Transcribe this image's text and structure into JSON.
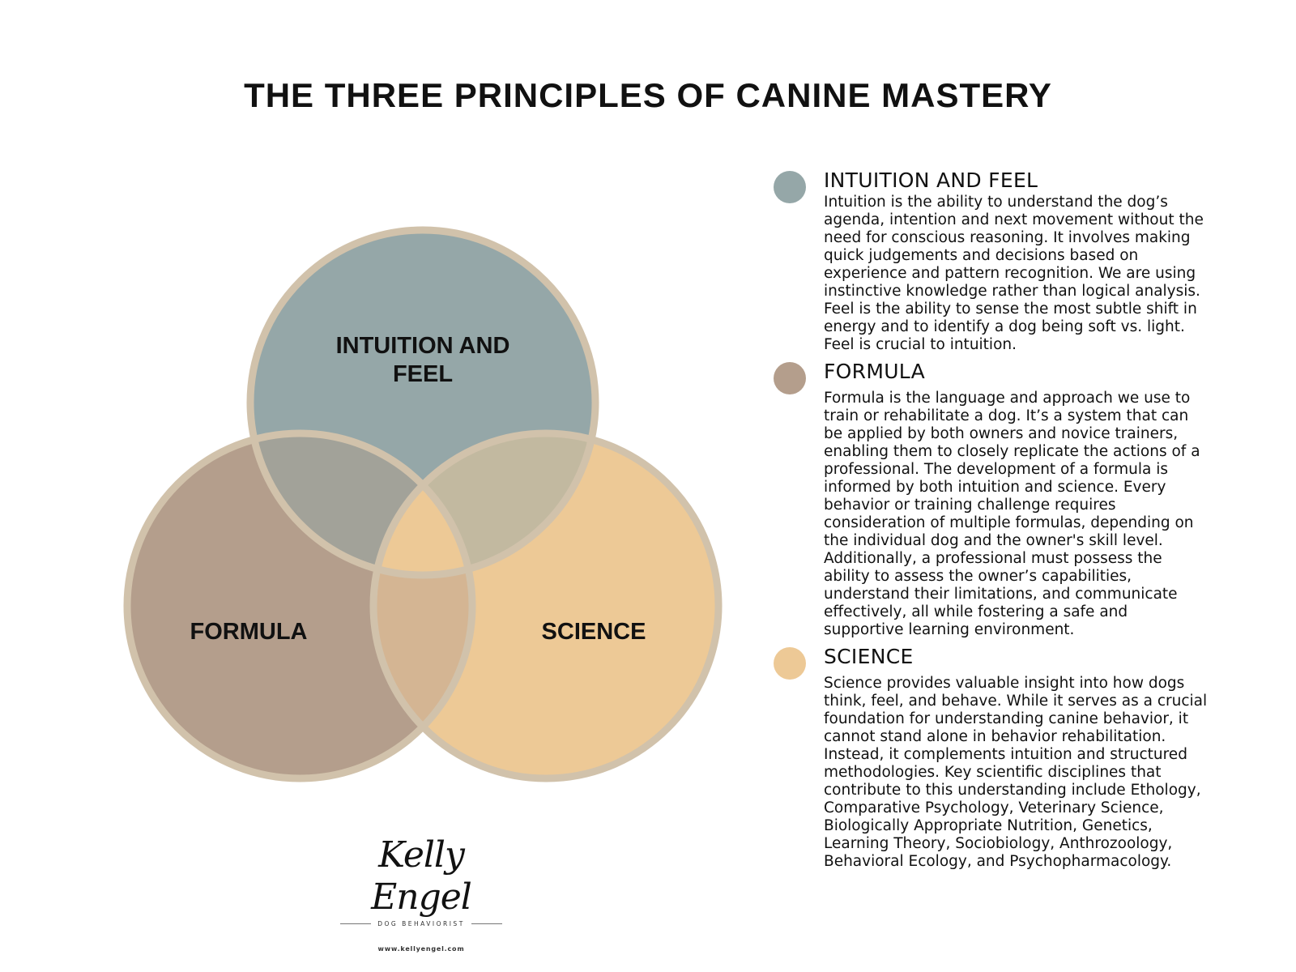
{
  "title": "THE THREE PRINCIPLES OF CANINE MASTERY",
  "colors": {
    "intuition": "#95a7a8",
    "formula": "#b49e8c",
    "science": "#edc996",
    "ring": "#d1c2ab"
  },
  "diagram": {
    "circles": [
      {
        "key": "intuition",
        "label_lines": [
          "INTUITION AND",
          "FEEL"
        ]
      },
      {
        "key": "formula",
        "label_lines": [
          "FORMULA"
        ]
      },
      {
        "key": "science",
        "label_lines": [
          "SCIENCE"
        ]
      }
    ]
  },
  "legend": [
    {
      "key": "intuition",
      "heading": "INTUITION AND FEEL",
      "body": "Intuition is the ability to understand the dog’s agenda, intention and next movement without the need for conscious reasoning. It involves making quick judgements and decisions based on experience and pattern recognition. We are using instinctive knowledge rather than logical analysis. Feel is the ability to sense the most subtle shift in energy and to identify a dog being soft vs. light. Feel is crucial to intuition."
    },
    {
      "key": "formula",
      "heading": "FORMULA",
      "body": "Formula is the language and approach we use to train or rehabilitate a dog. It’s a system that can be applied by both owners and novice trainers, enabling them to closely replicate the actions of a professional. The development of a formula is informed by both intuition and science. Every behavior or training challenge requires consideration of multiple formulas, depending on the individual dog and the owner's skill level. Additionally, a professional must possess the ability to assess the owner’s capabilities, understand their limitations, and communicate effectively, all while fostering a safe and supportive learning environment."
    },
    {
      "key": "science",
      "heading": "SCIENCE",
      "body": "Science provides valuable insight into how dogs think, feel, and behave. While it serves as a crucial foundation for understanding canine behavior, it cannot stand alone in behavior rehabilitation. Instead, it complements intuition and structured methodologies. Key scientific disciplines that contribute to this understanding include Ethology, Comparative Psychology, Veterinary Science, Biologically Appropriate Nutrition, Genetics, Learning Theory, Sociobiology, Anthrozoology, Behavioral Ecology, and Psychopharmacology."
    }
  ],
  "brand": {
    "signature": "Kelly Engel",
    "tagline": "DOG BEHAVIORIST",
    "website": "www.kellyengel.com"
  }
}
